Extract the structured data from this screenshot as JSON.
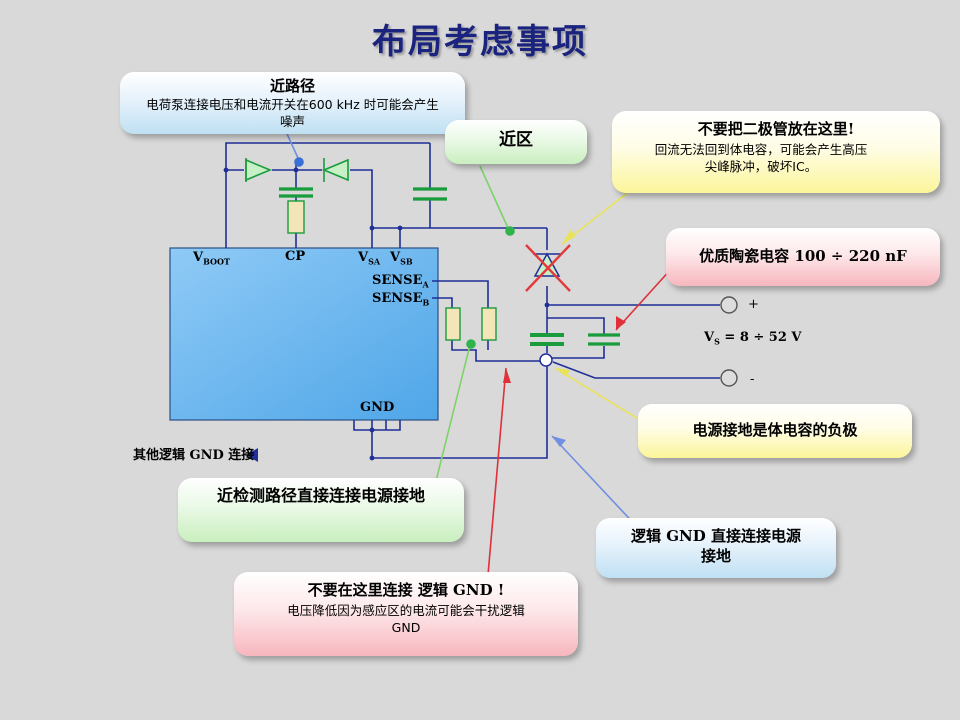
{
  "title": "布局考虑事项",
  "callouts": {
    "short_path": {
      "head": "近路径",
      "body": "电荷泵连接电压和电流开关在600 kHz 时可能会产生噪声"
    },
    "near_zone": {
      "head": "近区"
    },
    "no_diode": {
      "head": "不要把二极管放在这里!",
      "body": "回流无法回到体电容，可能会产生高压尖峰脉冲，破坏IC。"
    },
    "ceramic_cap": {
      "head": "优质陶瓷电容 100 ÷ 220 nF"
    },
    "supply_ground": {
      "head": "电源接地是体电容的负极"
    },
    "sense_path": {
      "head": "近检测路径直接连接电源接地"
    },
    "logic_gnd": {
      "head": "逻辑 GND 直接连接电源接地"
    },
    "no_logic_gnd": {
      "head": "不要在这里连接 逻辑 GND !",
      "body": "电压降低因为感应区的电流可能会干扰逻辑 GND"
    }
  },
  "pins": {
    "vboot": "V",
    "vboot_sub": "BOOT",
    "cp": "CP",
    "vsa": "V",
    "vsa_sub": "SA",
    "vsb": "V",
    "vsb_sub": "SB",
    "sense_a": "SENSE",
    "sense_a_sub": "A",
    "sense_b": "SENSE",
    "sense_b_sub": "B",
    "gnd": "GND"
  },
  "labels": {
    "other_logic_gnd": "其他逻辑 GND 连接",
    "plus": "+",
    "minus": "-",
    "vs_main": "V",
    "vs_sub": "S",
    "vs_range": " = 8 ÷ 52 V"
  },
  "colors": {
    "wire": "#1f2f97",
    "chip": "#6fb7f0",
    "component": "#1a9c3c",
    "arrow_green": "#7fd26a",
    "arrow_yellow": "#e9e35a",
    "arrow_red": "#e0303a",
    "arrow_blue": "#6f8fe0",
    "cross": "#e23a3a"
  }
}
